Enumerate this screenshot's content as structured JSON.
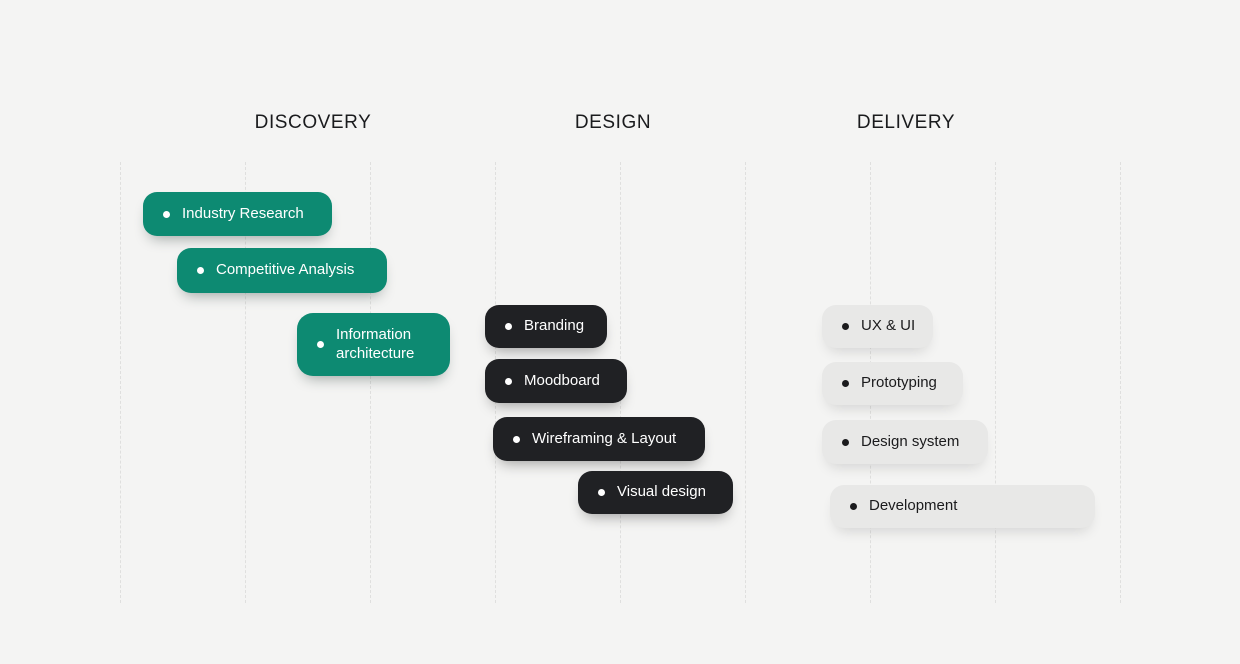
{
  "colors": {
    "background": "#F4F4F3",
    "gridline": "#DFDFDE",
    "header_text": "#1A1B1D",
    "discovery_pill": "#0D8A72",
    "design_pill": "#202124",
    "delivery_pill": "#E8E8E7",
    "pill_text_on_dark": "#FFFFFF",
    "pill_text_on_light": "#1B1B1D"
  },
  "phases": [
    {
      "header": "DISCOVERY",
      "tasks": [
        {
          "label": "Industry Research"
        },
        {
          "label": "Competitive Analysis"
        },
        {
          "label": "Information architecture"
        }
      ]
    },
    {
      "header": "DESIGN",
      "tasks": [
        {
          "label": "Branding"
        },
        {
          "label": "Moodboard"
        },
        {
          "label": "Wireframing & Layout"
        },
        {
          "label": "Visual design"
        }
      ]
    },
    {
      "header": "DELIVERY",
      "tasks": [
        {
          "label": "UX & UI"
        },
        {
          "label": "Prototyping"
        },
        {
          "label": "Design system"
        },
        {
          "label": "Development"
        }
      ]
    }
  ]
}
